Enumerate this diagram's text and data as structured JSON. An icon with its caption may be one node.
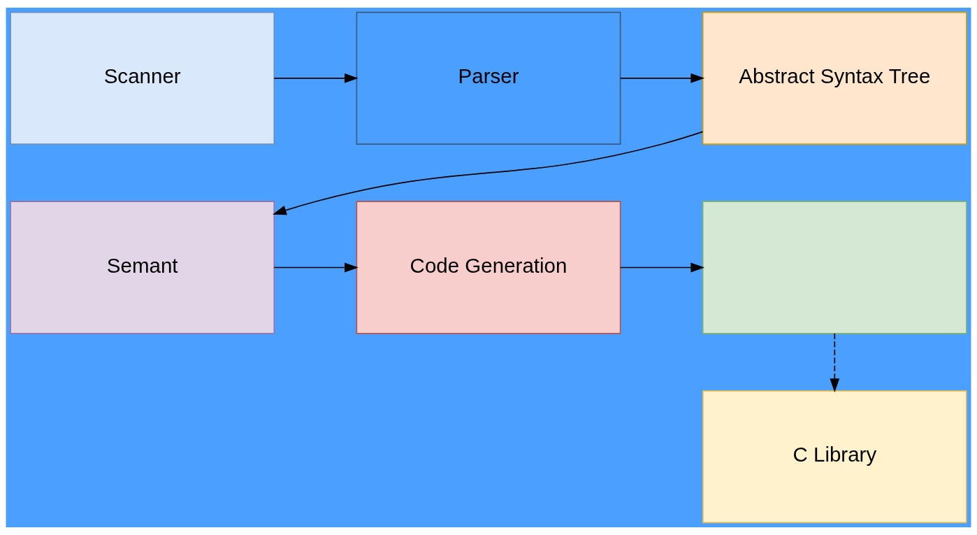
{
  "diagram": {
    "nodes": [
      {
        "text": [
          "Scanner"
        ]
      },
      {
        "text": [
          "Parser"
        ]
      },
      {
        "text": [
          "Abstract Syntax Tree"
        ]
      },
      {
        "text": [
          "Semant"
        ]
      },
      {
        "text": [
          "Code Generation"
        ]
      },
      {
        "text": [],
        "shape": "box"
      },
      {
        "text": [
          "C Library"
        ]
      }
    ],
    "edges": [
      {
        "from": 0,
        "to": 1,
        "arrow": "to"
      },
      {
        "from": 1,
        "to": 2,
        "arrow": "to"
      },
      {
        "from": 2,
        "to": 3,
        "arrow": "to"
      },
      {
        "from": 3,
        "to": 4,
        "arrow": "to"
      },
      {
        "from": 4,
        "to": 5,
        "arrow": "to"
      },
      {
        "from": 5,
        "to": 6,
        "arrow": "to",
        "style": "dashed"
      }
    ]
  }
}
